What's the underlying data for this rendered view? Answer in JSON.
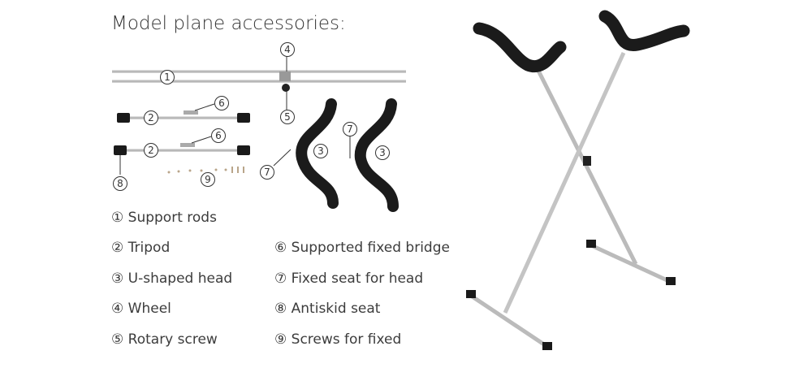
{
  "title": "Model plane accessories:",
  "legend": [
    {
      "num": "①",
      "label": "Support rods"
    },
    {
      "num": "②",
      "label": "Tripod"
    },
    {
      "num": "③",
      "label": "U-shaped head"
    },
    {
      "num": "④",
      "label": "Wheel"
    },
    {
      "num": "⑤",
      "label": "Rotary screw"
    },
    {
      "num": "⑥",
      "label": "Supported fixed bridge"
    },
    {
      "num": "⑦",
      "label": "Fixed seat for head"
    },
    {
      "num": "⑧",
      "label": "Antiskid seat"
    },
    {
      "num": "⑨",
      "label": "Screws for fixed"
    }
  ],
  "callouts": [
    "1",
    "2",
    "2",
    "3",
    "3",
    "4",
    "5",
    "6",
    "6",
    "7",
    "7",
    "8",
    "9"
  ]
}
